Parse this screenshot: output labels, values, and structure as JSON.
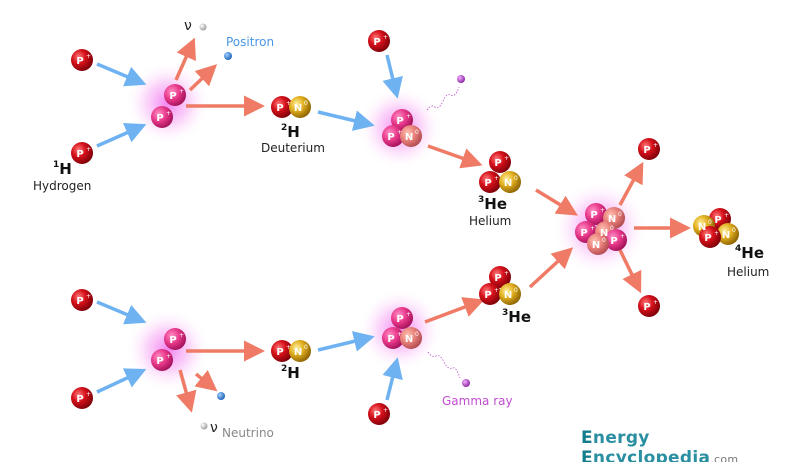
{
  "particles": {
    "proton": "P",
    "proton_charge": "+",
    "neutron": "N",
    "neutron_charge": "0"
  },
  "labels": {
    "hydrogen_iso_mass": "1",
    "hydrogen_iso_symbol": "H",
    "hydrogen_name": "Hydrogen",
    "deuterium_iso_mass": "2",
    "deuterium_iso_symbol": "H",
    "deuterium_name": "Deuterium",
    "deuterium2_iso_mass": "2",
    "deuterium2_iso_symbol": "H",
    "helium3_iso_mass": "3",
    "helium3_iso_symbol": "He",
    "helium3_name": "Helium",
    "helium3b_iso_mass": "3",
    "helium3b_iso_symbol": "He",
    "helium4_iso_mass": "4",
    "helium4_iso_symbol": "He",
    "helium4_name": "Helium",
    "positron": "Positron",
    "neutrino_symbol_top": "ν",
    "neutrino_symbol_bottom": "ν",
    "neutrino": "Neutrino",
    "gamma_ray": "Gamma ray"
  },
  "logo": {
    "first_e": "E",
    "part1": "nergy ",
    "second_e": "E",
    "part2": "ncyclopedia",
    "suffix": ".com"
  },
  "colors": {
    "proton": "#d4101a",
    "neutron": "#e2b020",
    "fusing": "#e8388a",
    "glow": "#f27af0",
    "input_arrow": "#6fb2f2",
    "output_arrow": "#ef7b66",
    "positron": "#4a96e6",
    "gamma": "#c14ed0",
    "neutrino": "#bbbbbb"
  }
}
